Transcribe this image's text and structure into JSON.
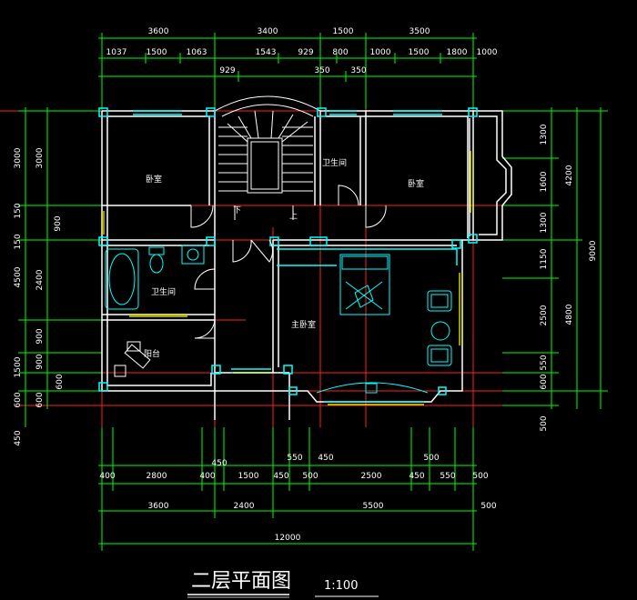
{
  "title": "二层平面图",
  "scale": "1:100",
  "rooms": {
    "bedroom_left": "卧室",
    "bedroom_right": "卧室",
    "bathroom_top": "卫生间",
    "bathroom_left": "卫生间",
    "master_bedroom": "主卧室",
    "balcony": "阳台",
    "stair_down": "下",
    "stair_up": "上"
  },
  "dims_top_row1": [
    "3600",
    "3400",
    "1500",
    "3500"
  ],
  "dims_top_row2": [
    "1037",
    "1500",
    "1063",
    "1543",
    "929",
    "800",
    "1000",
    "1500",
    "1800",
    "1000"
  ],
  "dims_top_row3": [
    "929",
    "350",
    "350"
  ],
  "dims_right_row1": [
    "1300",
    "1600",
    "1300",
    "1150",
    "2500",
    "550",
    "600",
    "500"
  ],
  "dims_right_row2": [
    "4200",
    "4800"
  ],
  "dims_right_total": "9000",
  "dims_left_row1": [
    "3000",
    "150",
    "150",
    "4500",
    "1500",
    "600",
    "450"
  ],
  "dims_left_row2": [
    "3000",
    "900",
    "2400",
    "900",
    "900",
    "600",
    "600"
  ],
  "dims_bottom_row1": [
    "450",
    "550",
    "450",
    "500"
  ],
  "dims_bottom_row2": [
    "400",
    "2800",
    "400",
    "1500",
    "450",
    "500",
    "2500",
    "450",
    "550",
    "500"
  ],
  "dims_bottom_row3": [
    "3600",
    "2400",
    "5500",
    "500"
  ],
  "dims_bottom_total": "12000",
  "colors": {
    "wall": "#ffffff",
    "axis": "#ff2020",
    "dimension": "#00ff00",
    "window": "#00ffff",
    "door": "#ffff00"
  }
}
